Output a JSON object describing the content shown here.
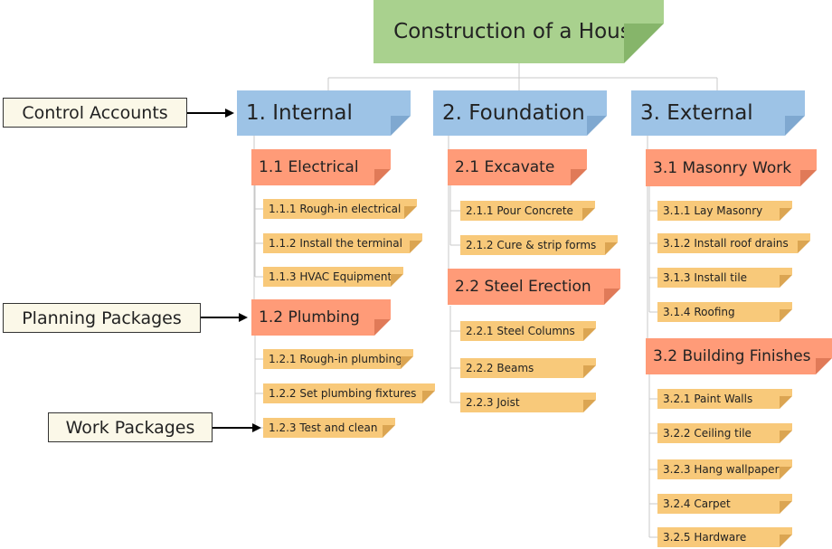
{
  "root": {
    "label": "Construction of a House"
  },
  "legend": {
    "control_accounts": "Control Accounts",
    "planning_packages": "Planning Packages",
    "work_packages": "Work Packages"
  },
  "internal": {
    "label": "1. Internal",
    "electrical": {
      "label": "1.1 Electrical",
      "items": [
        "1.1.1 Rough-in electrical",
        "1.1.2 Install the terminal",
        "1.1.3 HVAC Equipment"
      ]
    },
    "plumbing": {
      "label": "1.2 Plumbing",
      "items": [
        "1.2.1 Rough-in plumbing",
        "1.2.2 Set plumbing fixtures",
        "1.2.3 Test and clean"
      ]
    }
  },
  "foundation": {
    "label": "2. Foundation",
    "excavate": {
      "label": "2.1 Excavate",
      "items": [
        "2.1.1 Pour Concrete",
        "2.1.2 Cure & strip forms"
      ]
    },
    "steel": {
      "label": "2.2 Steel Erection",
      "items": [
        "2.2.1 Steel Columns",
        "2.2.2 Beams",
        "2.2.3 Joist"
      ]
    }
  },
  "external": {
    "label": "3. External",
    "masonry": {
      "label": "3.1 Masonry Work",
      "items": [
        "3.1.1 Lay Masonry",
        "3.1.2 Install roof drains",
        "3.1.3 Install tile",
        "3.1.4 Roofing"
      ]
    },
    "finishes": {
      "label": "3.2 Building Finishes",
      "items": [
        "3.2.1 Paint Walls",
        "3.2.2 Ceiling tile",
        "3.2.3 Hang wallpaper",
        "3.2.4 Carpet",
        "3.2.5 Hardware"
      ]
    }
  }
}
